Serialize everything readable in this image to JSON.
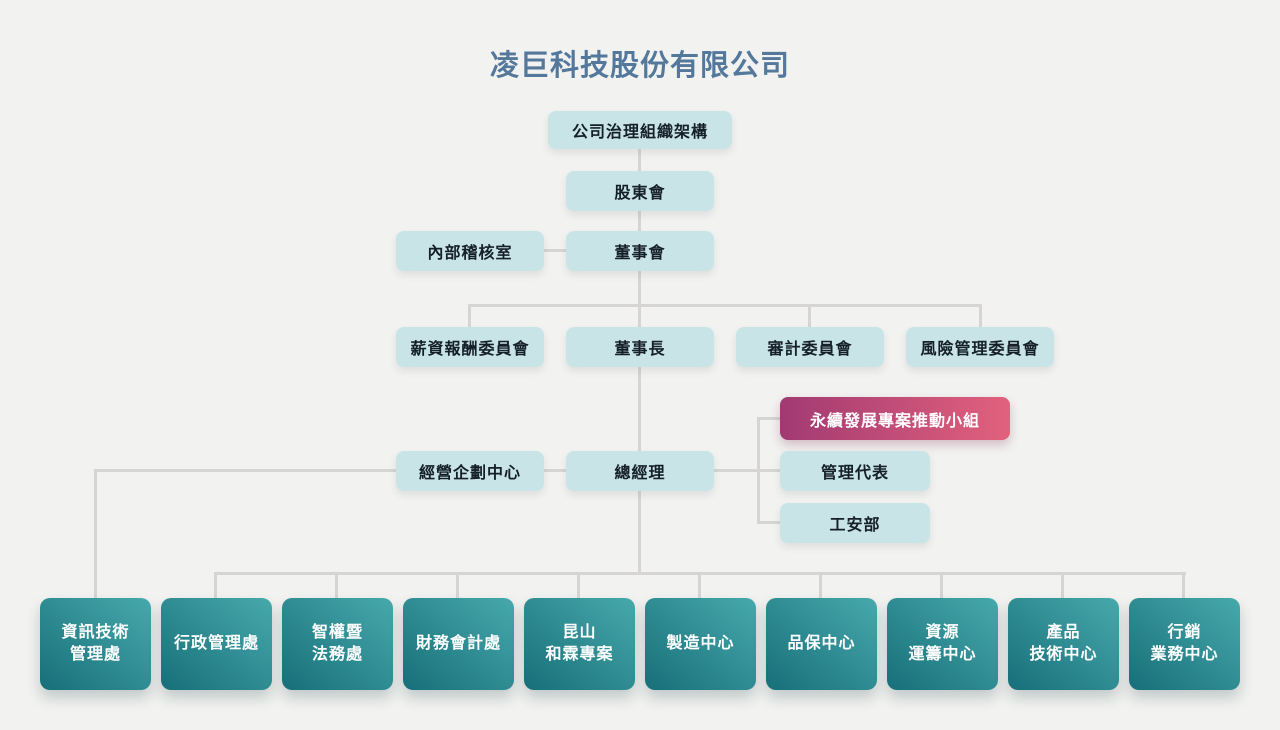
{
  "title": "凌巨科技股份有限公司",
  "nodes": {
    "governance": "公司治理組織架構",
    "shareholders": "股東會",
    "internal_audit": "內部稽核室",
    "board": "董事會",
    "compensation_committee": "薪資報酬委員會",
    "chairman": "董事長",
    "audit_committee": "審計委員會",
    "risk_committee": "風險管理委員會",
    "planning_center": "經營企劃中心",
    "president": "總經理",
    "esg_taskforce": "永續發展專案推動小組",
    "management_rep": "管理代表",
    "safety_dept": "工安部"
  },
  "departments": [
    {
      "label": "資訊技術\n管理處"
    },
    {
      "label": "行政管理處"
    },
    {
      "label": "智權暨\n法務處"
    },
    {
      "label": "財務會計處"
    },
    {
      "label": "昆山\n和霖專案"
    },
    {
      "label": "製造中心"
    },
    {
      "label": "品保中心"
    },
    {
      "label": "資源\n運籌中心"
    },
    {
      "label": "產品\n技術中心"
    },
    {
      "label": "行銷\n業務中心"
    }
  ],
  "colors": {
    "background": "#f2f2f0",
    "title_text": "#54789b",
    "node_background": "#c9e4e7",
    "node_text": "#141f29",
    "esg_gradient_start": "#a13a72",
    "esg_gradient_end": "#e2617d",
    "dept_gradient_dark": "#176f79",
    "dept_gradient_light": "#47a9ac",
    "dept_text": "#ffffff",
    "connector": "#d6d5d3"
  }
}
